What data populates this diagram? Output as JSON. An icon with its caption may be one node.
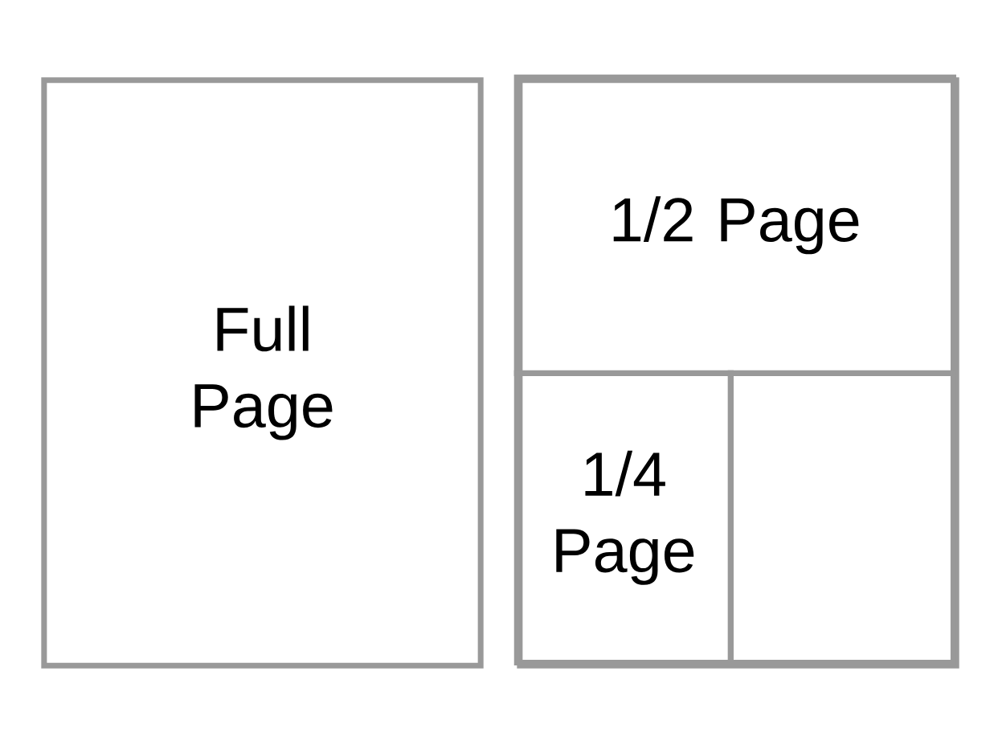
{
  "diagram": {
    "nodes": [
      {
        "text": [
          "Full Page"
        ]
      },
      {
        "text": [],
        "shape": "box"
      },
      {
        "text": [
          "1/2 Page"
        ],
        "in": 1
      },
      {
        "text": [
          "1/4 Page"
        ],
        "in": 1
      },
      {
        "text": [],
        "shape": "box",
        "in": 1
      }
    ]
  }
}
